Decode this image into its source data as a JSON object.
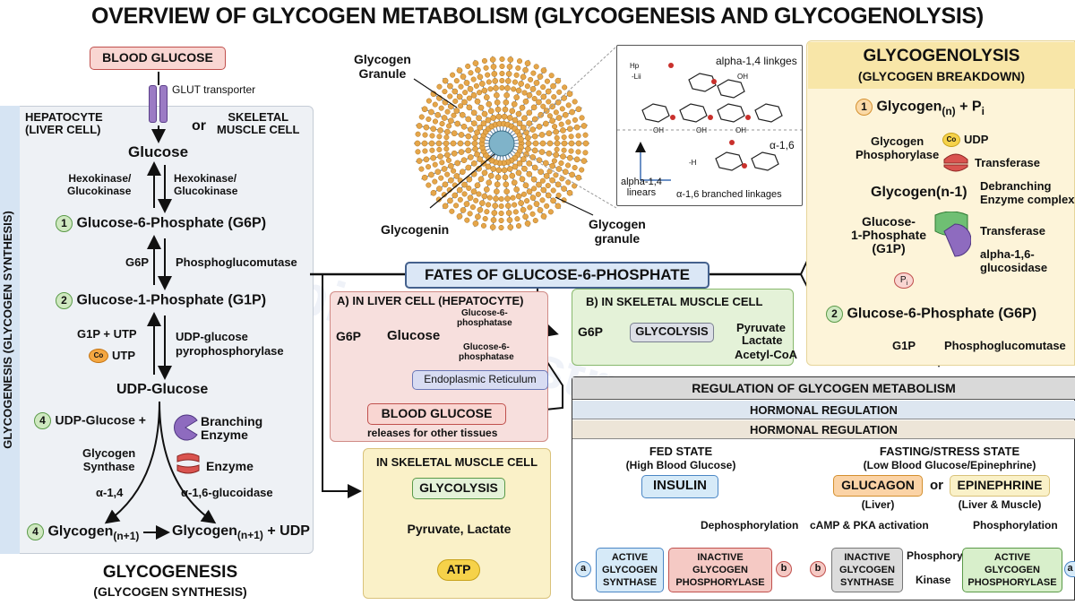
{
  "title": "OVERVIEW OF GLYCOGEN METABOLISM (GLYCOGENESIS AND GLYCOGENOLYSIS)",
  "watermark": "themedicalbiochemistrypage.org",
  "glycogenesis": {
    "side_label": "GLYCOGENESIS (GLYCOGEN SYNTHESIS)",
    "blood_glucose": "BLOOD GLUCOSE",
    "glut": "GLUT transporter",
    "hepatocyte": "HEPATOCYTE\n(LIVER CELL)",
    "or": "or",
    "skeletal": "SKELETAL\nMUSCLE CELL",
    "glucose": "Glucose",
    "hexo_left": "Hexokinase/\nGlucokinase",
    "hexo_right": "Hexokinase/\nGlucokinase",
    "step1_num": "1",
    "step1": "Glucose-6-Phosphate (G6P)",
    "g6p": "G6P",
    "pgm": "Phosphoglucomutase",
    "step2_num": "2",
    "step2": "Glucose-1-Phosphate (G1P)",
    "g1p_utp": "G1P + UTP",
    "co": "Co",
    "utp": "UTP",
    "udp_pyro": "UDP-glucose\npyrophosphorylase",
    "udp_glucose": "UDP-Glucose",
    "step4_num": "4",
    "udp_glucose_plus": "UDP-Glucose +",
    "branching": "Branching\nEnzyme",
    "glycogen_synthase": "Glycogen\nSynthase",
    "enzyme": "Enzyme",
    "alpha14": "α-1,4",
    "alpha16": "α-1,6-glucoidase",
    "final_num": "4",
    "final_left": "Glycogen",
    "final_left_sub": "(n+1)",
    "final_right": "Glycogen",
    "final_right_sub": "(n+1)",
    "final_right_tail": " + UDP",
    "caption_title": "GLYCOGENESIS",
    "caption_sub": "(GLYCOGEN SYNTHESIS)"
  },
  "granule": {
    "glycogen_granule": "Glycogen\nGranule",
    "glycogenin": "Glycogenin",
    "glycogen_granule2": "Glycogen\ngranule"
  },
  "structure": {
    "alpha14_linkges": "alpha-1,4 linkges",
    "hp": "Hp",
    "lii": "-Lii",
    "alpha14_linears": "alpha-1,4\nlinears",
    "alpha16_branched": "α-1,6 branched linkages",
    "alpha16": "α-1,6",
    "oh": "OH",
    "h": "-H"
  },
  "fates": {
    "title": "FATES OF GLUCOSE-6-PHOSPHATE",
    "liver_title": "A) IN LIVER CELL (HEPATOCYTE)",
    "g6p": "G6P",
    "glucose": "Glucose",
    "g6pase1": "Glucose-6-\nphosphatase",
    "g6pase2": "Glucose-6-\nphosphatase",
    "er": "Endoplasmic Reticulum",
    "blood_glucose": "BLOOD GLUCOSE",
    "releases": "releases for other tissues",
    "muscle_title": "B) IN SKELETAL MUSCLE CELL",
    "muscle_g6p": "G6P",
    "glycolysis": "GLYCOLYSIS",
    "pyruvate": "Pyruvate",
    "lactate": "Lactate",
    "acetyl": "Acetyl-CoA",
    "sk_title": "IN SKELETAL MUSCLE CELL",
    "sk_glycolysis": "GLYCOLYSIS",
    "sk_pyr": "Pyruvate, Lactate",
    "atp": "ATP"
  },
  "glycogenolysis": {
    "title": "GLYCOGENOLYSIS",
    "subtitle": "(GLYCOGEN BREAKDOWN)",
    "step1_num": "1",
    "step1": "Glycogen",
    "step1_sub": "(n)",
    "step1_tail": " + P",
    "step1_tail_sub": "i",
    "phosphorylase": "Glycogen\nPhosphorylase",
    "co": "Co",
    "udp": "UDP",
    "transferase1": "Transferase",
    "glycogen_n1": "Glycogen(n-1)",
    "debranching": "Debranching\nEnzyme complex",
    "g1p": "Glucose-\n1-Phosphate\n(G1P)",
    "transferase2": "Transferase",
    "alpha16_glucosidase": "alpha-1,6-\nglucosidase",
    "pi": "P",
    "pi_sub": "i",
    "step2_num": "2",
    "step2": "Glucose-6-Phosphate (G6P)",
    "g1p_short": "G1P",
    "pgm": "Phosphoglucomutase"
  },
  "regulation": {
    "title": "REGULATION OF GLYCOGEN METABOLISM",
    "hormonal1": "HORMONAL REGULATION",
    "hormonal2": "HORMONAL REGULATION",
    "fed_title": "FED STATE",
    "fed_sub": "(High Blood Glucose)",
    "insulin": "INSULIN",
    "dephos": "Dephosphorylation",
    "active_gs": "ACTIVE\nGLYCOGEN\nSYNTHASE",
    "inactive_gp": "INACTIVE\nGLYCOGEN\nPHOSPHORYLASE",
    "a1": "a",
    "b1": "b",
    "fast_title": "FASTING/STRESS STATE",
    "fast_sub": "(Low Blood Glucose/Epinephrine)",
    "glucagon": "GLUCAGON",
    "glucagon_sub": "(Liver)",
    "or": "or",
    "epinephrine": "EPINEPHRINE",
    "epinephrine_sub": "(Liver & Muscle)",
    "camp": "cAMP & PKA activation",
    "phosphorylation": "Phosphorylation",
    "b2": "b",
    "inactive_gs": "INACTIVE\nGLYCOGEN\nSYNTHASE",
    "phosphory": "Phosphory",
    "kinase": "Kinase",
    "active_gp": "ACTIVE\nGLYCOGEN\nPHOSPHORYLASE",
    "a2": "a"
  }
}
